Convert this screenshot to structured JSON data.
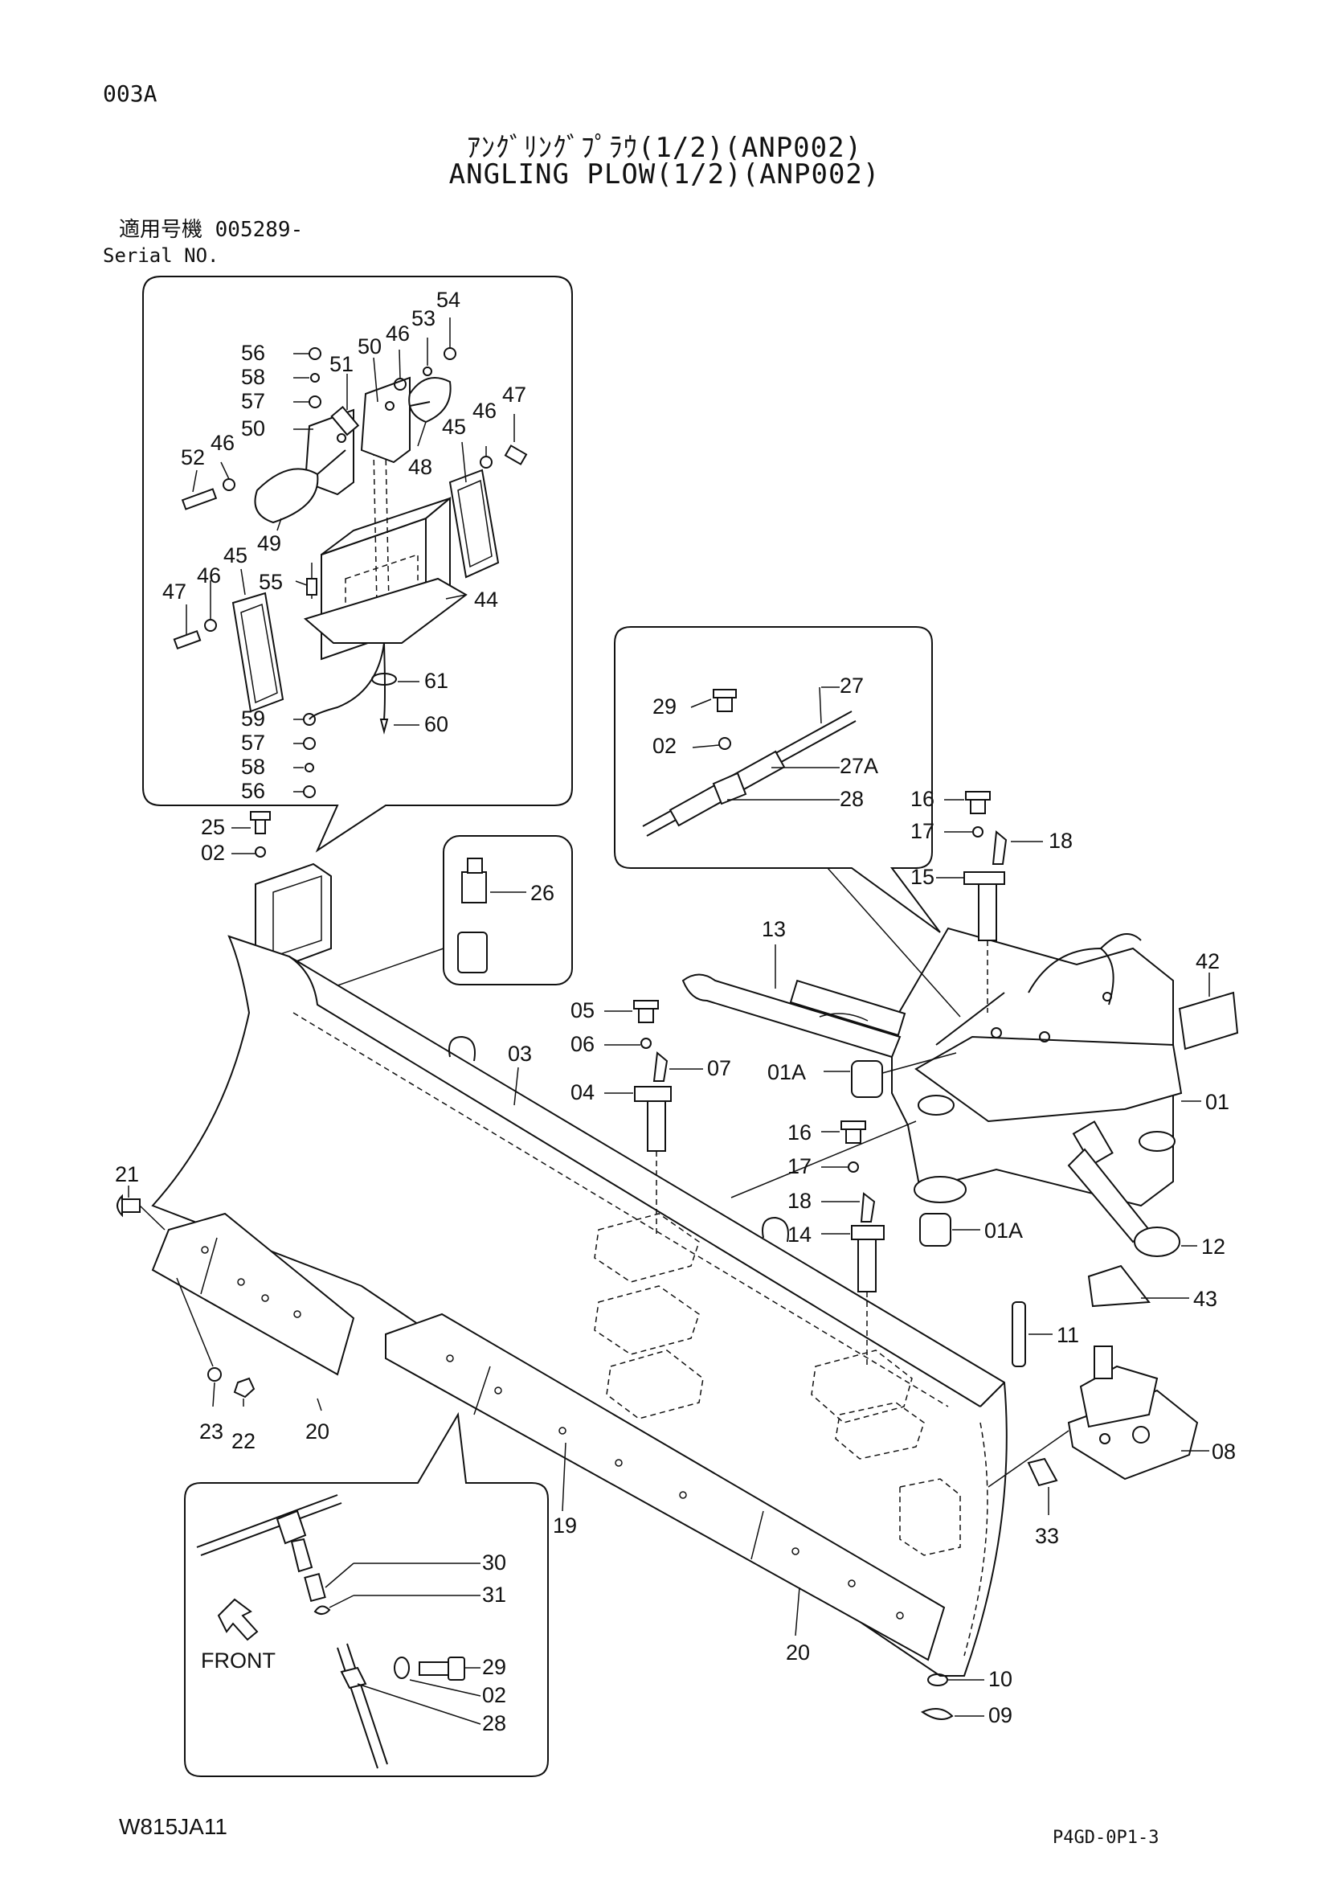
{
  "header": {
    "page_code": "003A",
    "title_jp": "ｱﾝｸﾞﾘﾝｸﾞﾌﾟﾗｳ(1/2)(ANP002)",
    "title_en": "ANGLING PLOW(1/2)(ANP002)",
    "serial_label_jp": "適用号機 005289-",
    "serial_label_en": "Serial NO."
  },
  "footer": {
    "drawing_code": "W815JA11",
    "sheet_code": "P4GD-0P1-3"
  },
  "legend": {
    "front_label": "FRONT"
  },
  "parts": {
    "p01": "01",
    "p01a_upper": "01A",
    "p01a_lower": "01A",
    "p02_bracket": "02",
    "p02_tube": "02",
    "p02_inset": "02",
    "p03": "03",
    "p04": "04",
    "p05": "05",
    "p06": "06",
    "p07": "07",
    "p08": "08",
    "p09": "09",
    "p10": "10",
    "p11": "11",
    "p12": "12",
    "p13": "13",
    "p14": "14",
    "p15": "15",
    "p16_upper": "16",
    "p16_lower": "16",
    "p17_upper": "17",
    "p17_lower": "17",
    "p18_upper": "18",
    "p18_lower": "18",
    "p19": "19",
    "p20_left": "20",
    "p20_right": "20",
    "p21": "21",
    "p22": "22",
    "p23": "23",
    "p25": "25",
    "p26": "26",
    "p27": "27",
    "p27a": "27A",
    "p28_tube": "28",
    "p28_inset": "28",
    "p29_tube": "29",
    "p29_inset": "29",
    "p30": "30",
    "p31": "31",
    "p33": "33",
    "p42": "42",
    "p43": "43",
    "p44": "44",
    "p45_right": "45",
    "p45_left": "45",
    "p46_a": "46",
    "p46_b": "46",
    "p46_c": "46",
    "p46_d": "46",
    "p47_right": "47",
    "p47_left": "47",
    "p48": "48",
    "p49": "49",
    "p50_a": "50",
    "p50_b": "50",
    "p51": "51",
    "p52": "52",
    "p53": "53",
    "p54": "54",
    "p55": "55",
    "p56_top": "56",
    "p56_bottom": "56",
    "p57_top": "57",
    "p57_bottom": "57",
    "p58_top": "58",
    "p58_bottom": "58",
    "p59": "59",
    "p60": "60",
    "p61": "61"
  }
}
